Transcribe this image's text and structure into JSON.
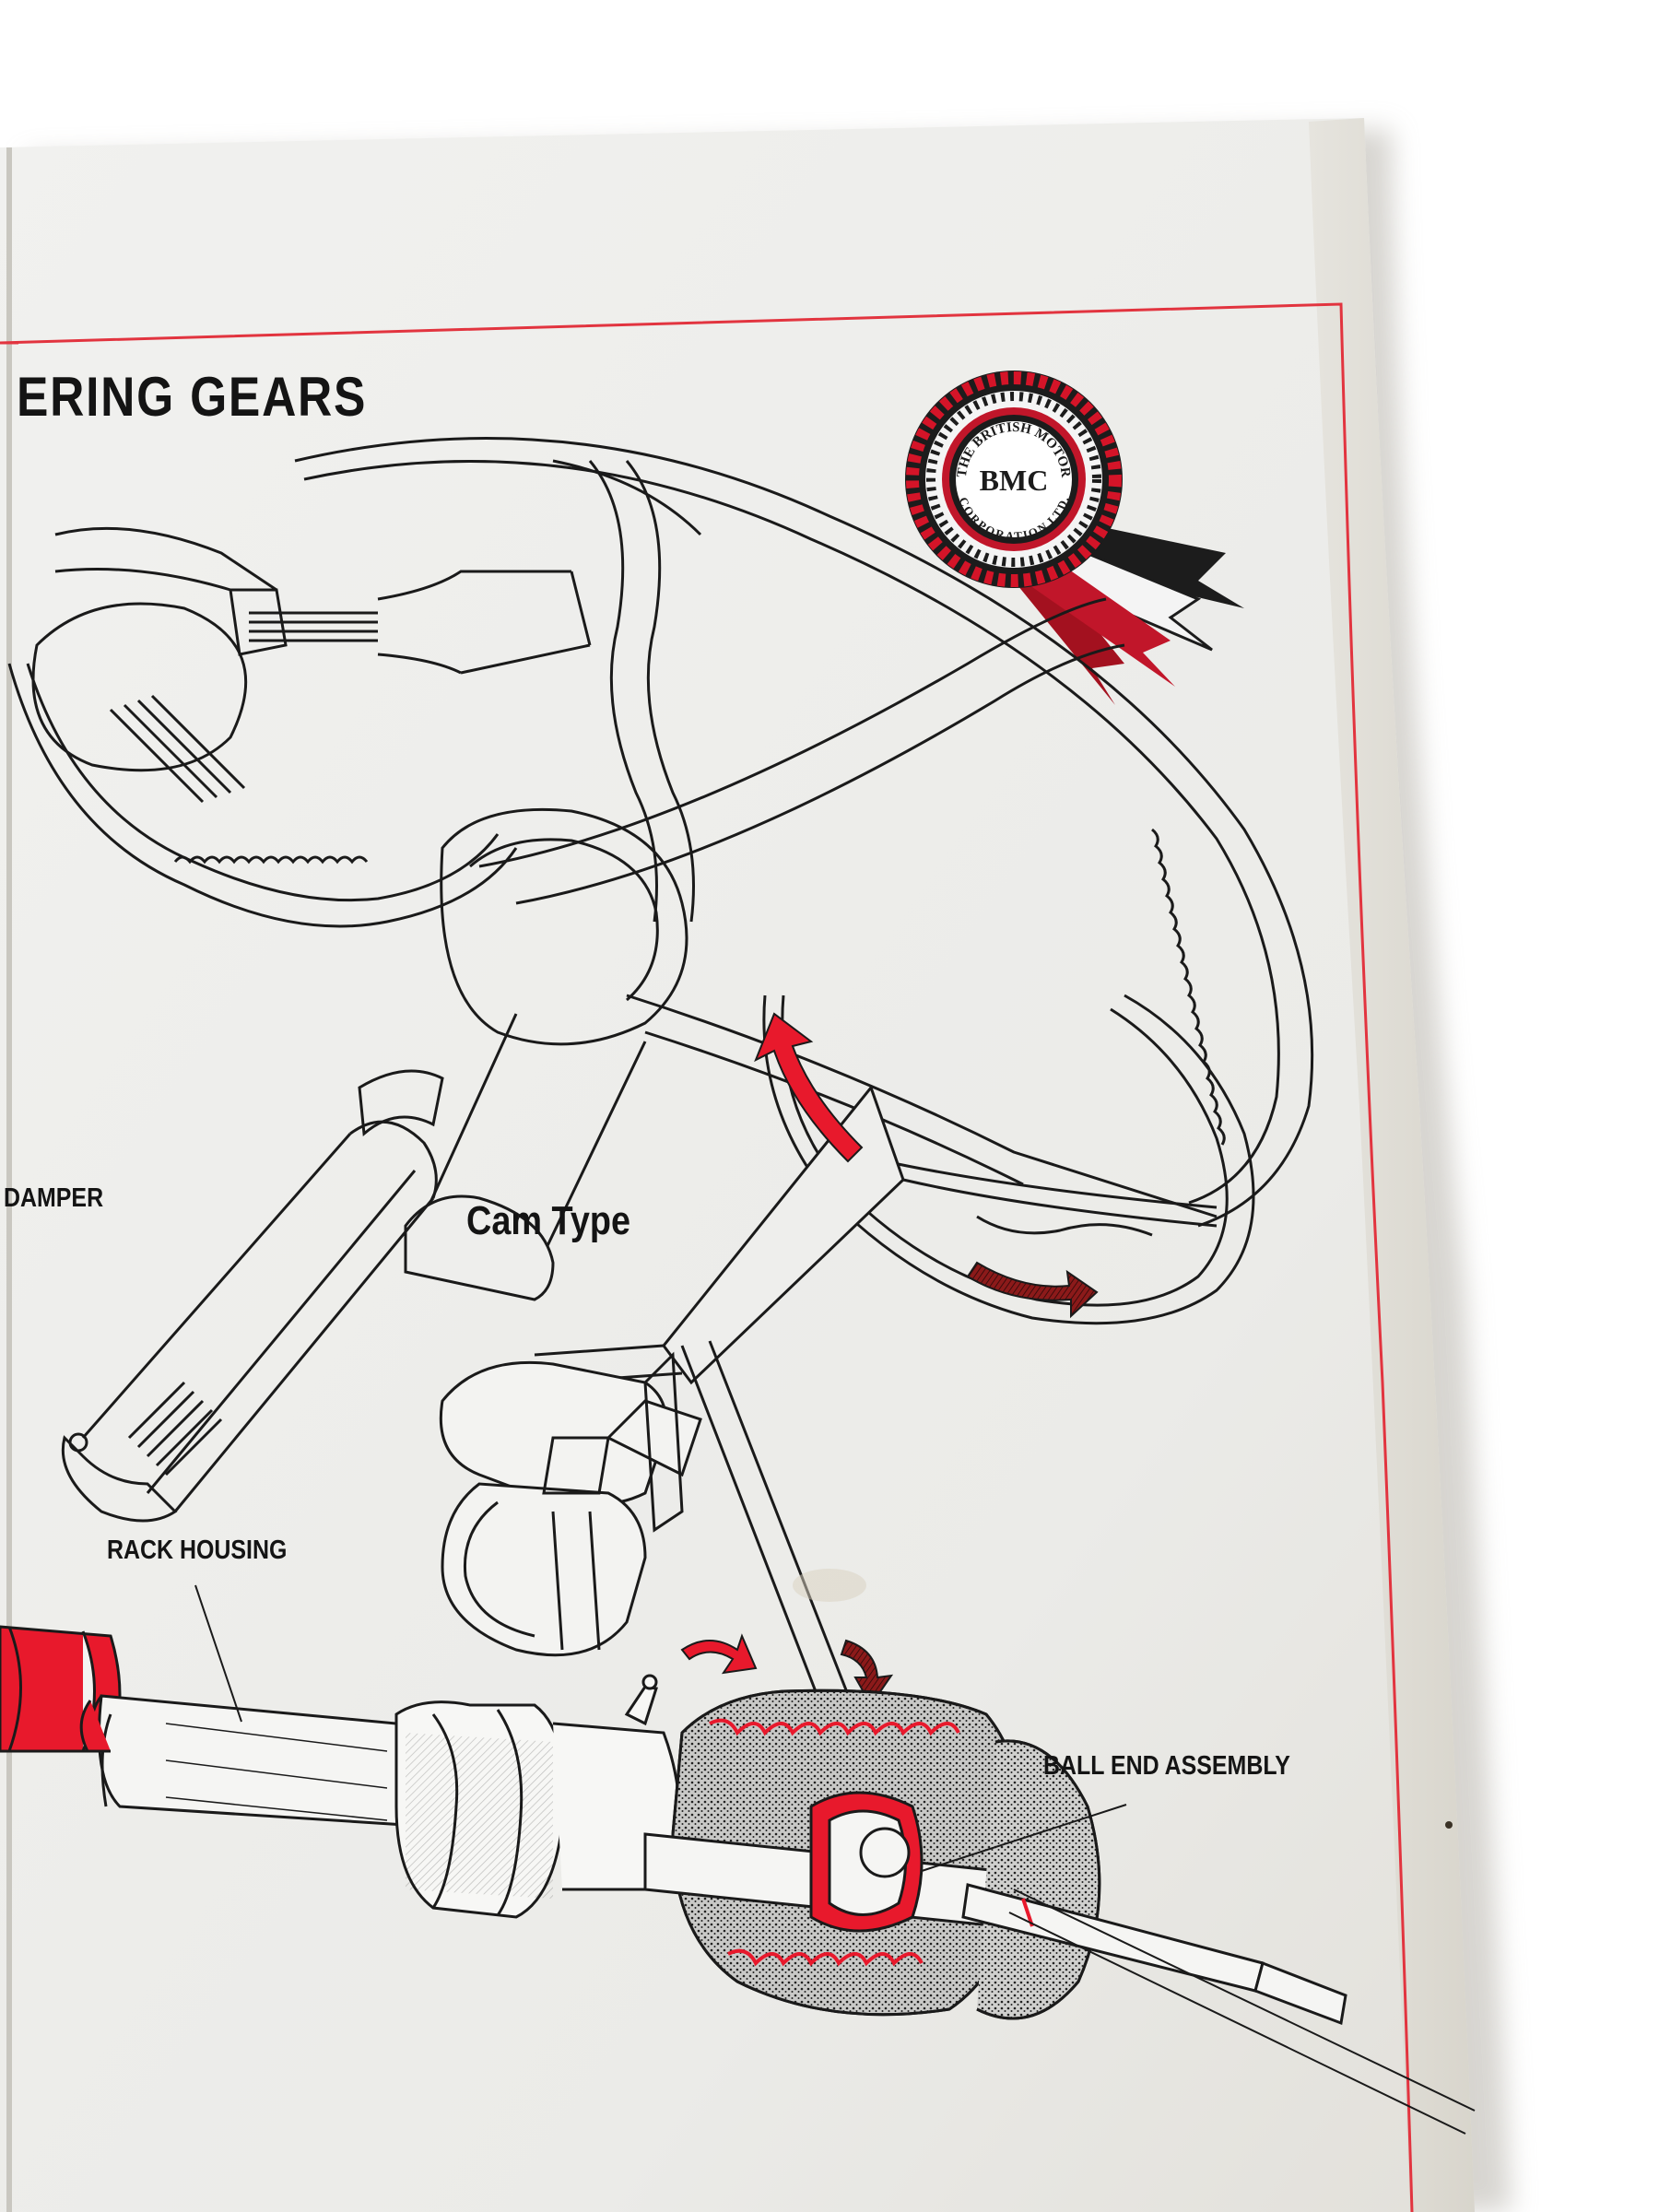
{
  "poster": {
    "title_fragment": "ERING  GEARS",
    "labels": {
      "damper": "DAMPER",
      "cam_type": "Cam Type",
      "rack_housing": "RACK HOUSING",
      "ball_end_assembly": "BALL END ASSEMBLY"
    },
    "badge": {
      "monogram": "BMC",
      "ring_top": "THE BRITISH MOTOR",
      "ring_bottom": "CORPORATION LTD."
    }
  },
  "colors": {
    "background": "#ffffff",
    "paper": "#eeeeec",
    "paper_edge": "#e4e2dc",
    "border_red": "#e2343f",
    "accent_red": "#e8192c",
    "dark_red": "#8c1a1a",
    "ink": "#141414"
  },
  "icons": [
    "bmc-rosette-icon",
    "curved-arrow-icon"
  ]
}
